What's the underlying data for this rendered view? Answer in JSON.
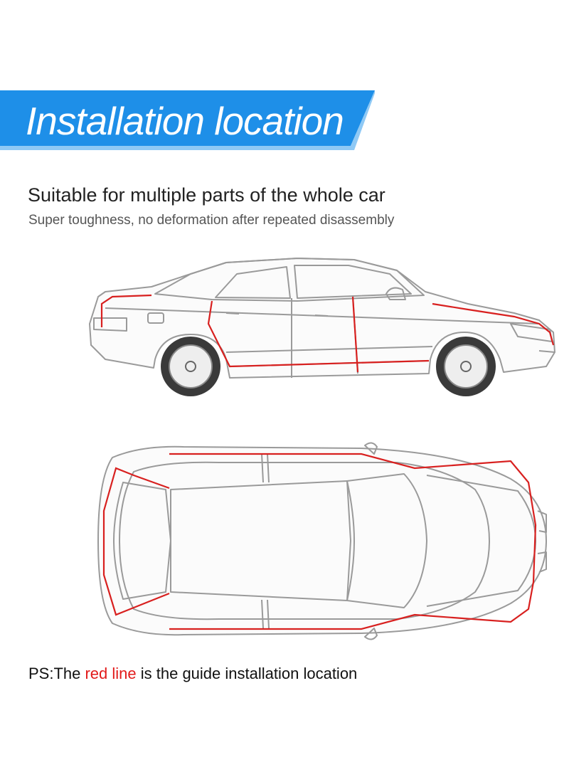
{
  "banner": {
    "title": "Installation location",
    "color": "#1e8fe8",
    "accent_color": "#8fc9f5"
  },
  "headline": "Suitable for multiple parts of the whole car",
  "subline": "Super toughness, no deformation after repeated disassembly",
  "note": {
    "prefix": "PS:The ",
    "highlight": "red line",
    "suffix": " is the guide installation location",
    "highlight_color": "#e21b1b"
  },
  "illustrations": {
    "side": "car-side-view",
    "top": "car-top-view",
    "outline_color": "#9a9a9a",
    "guide_color": "#d8201f"
  }
}
